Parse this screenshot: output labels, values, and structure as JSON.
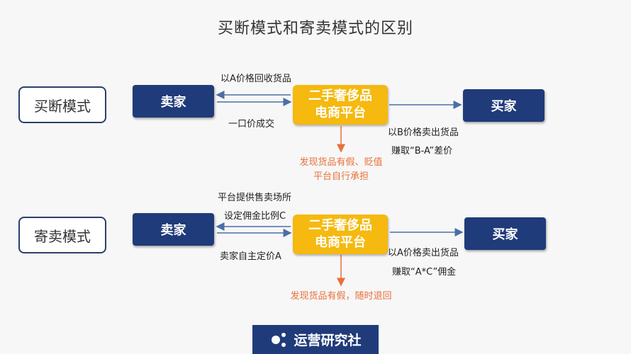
{
  "title": "买断模式和寄卖模式的区别",
  "rows": [
    {
      "mode": "买断模式",
      "seller": "卖家",
      "platform_line1": "二手奢侈品",
      "platform_line2": "电商平台",
      "buyer": "买家",
      "note_top": "以A价格回收货品",
      "note_bottom": "一口价成交",
      "note_right1": "以B价格卖出货品",
      "note_right2": "赚取“B-A”差价",
      "warn_line1": "发现货品有假、贬值",
      "warn_line2": "平台自行承担"
    },
    {
      "mode": "寄卖模式",
      "seller": "卖家",
      "platform_line1": "二手奢侈品",
      "platform_line2": "电商平台",
      "buyer": "买家",
      "note_top1": "平台提供售卖场所",
      "note_top2": "设定佣金比例C",
      "note_bottom": "卖家自主定价A",
      "note_right1": "以A价格卖出货品",
      "note_right2": "赚取“A*C”佣金",
      "warn_line1": "发现货品有假，随时退回"
    }
  ],
  "brand": {
    "name": "运营研究社",
    "icon": "network-dots-icon"
  },
  "colors": {
    "navy": "#203b7a",
    "platform_yellow": "#f5b90f",
    "warning_orange": "#e8703a",
    "arrow_blue": "#4a6fa5"
  }
}
